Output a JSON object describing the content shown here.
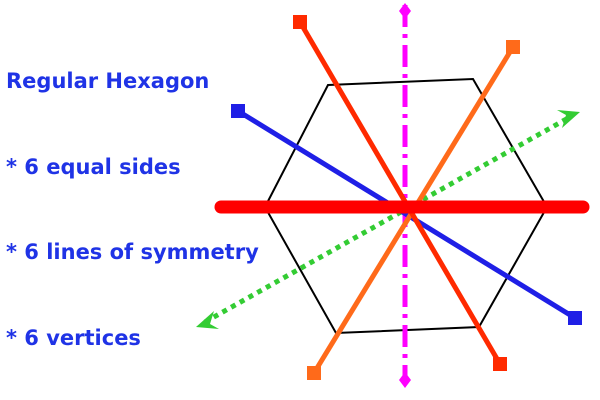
{
  "caption": {
    "title": "Regular Hexagon",
    "lines": [
      "* 6 equal sides",
      "* 6 lines of symmetry",
      "* 6 vertices"
    ]
  },
  "colors": {
    "text": "#1f33e6",
    "hexagon": "#000000",
    "horizontal_axis": "#ff0000",
    "red_axis": "#ff2a00",
    "orange_axis": "#ff6a1a",
    "blue_axis": "#1f1fe6",
    "green_axis": "#33cc33",
    "magenta_axis": "#ff00ff"
  },
  "shape": {
    "name": "regular-hexagon",
    "sides": 6,
    "vertices": 6,
    "lines_of_symmetry": 6
  }
}
